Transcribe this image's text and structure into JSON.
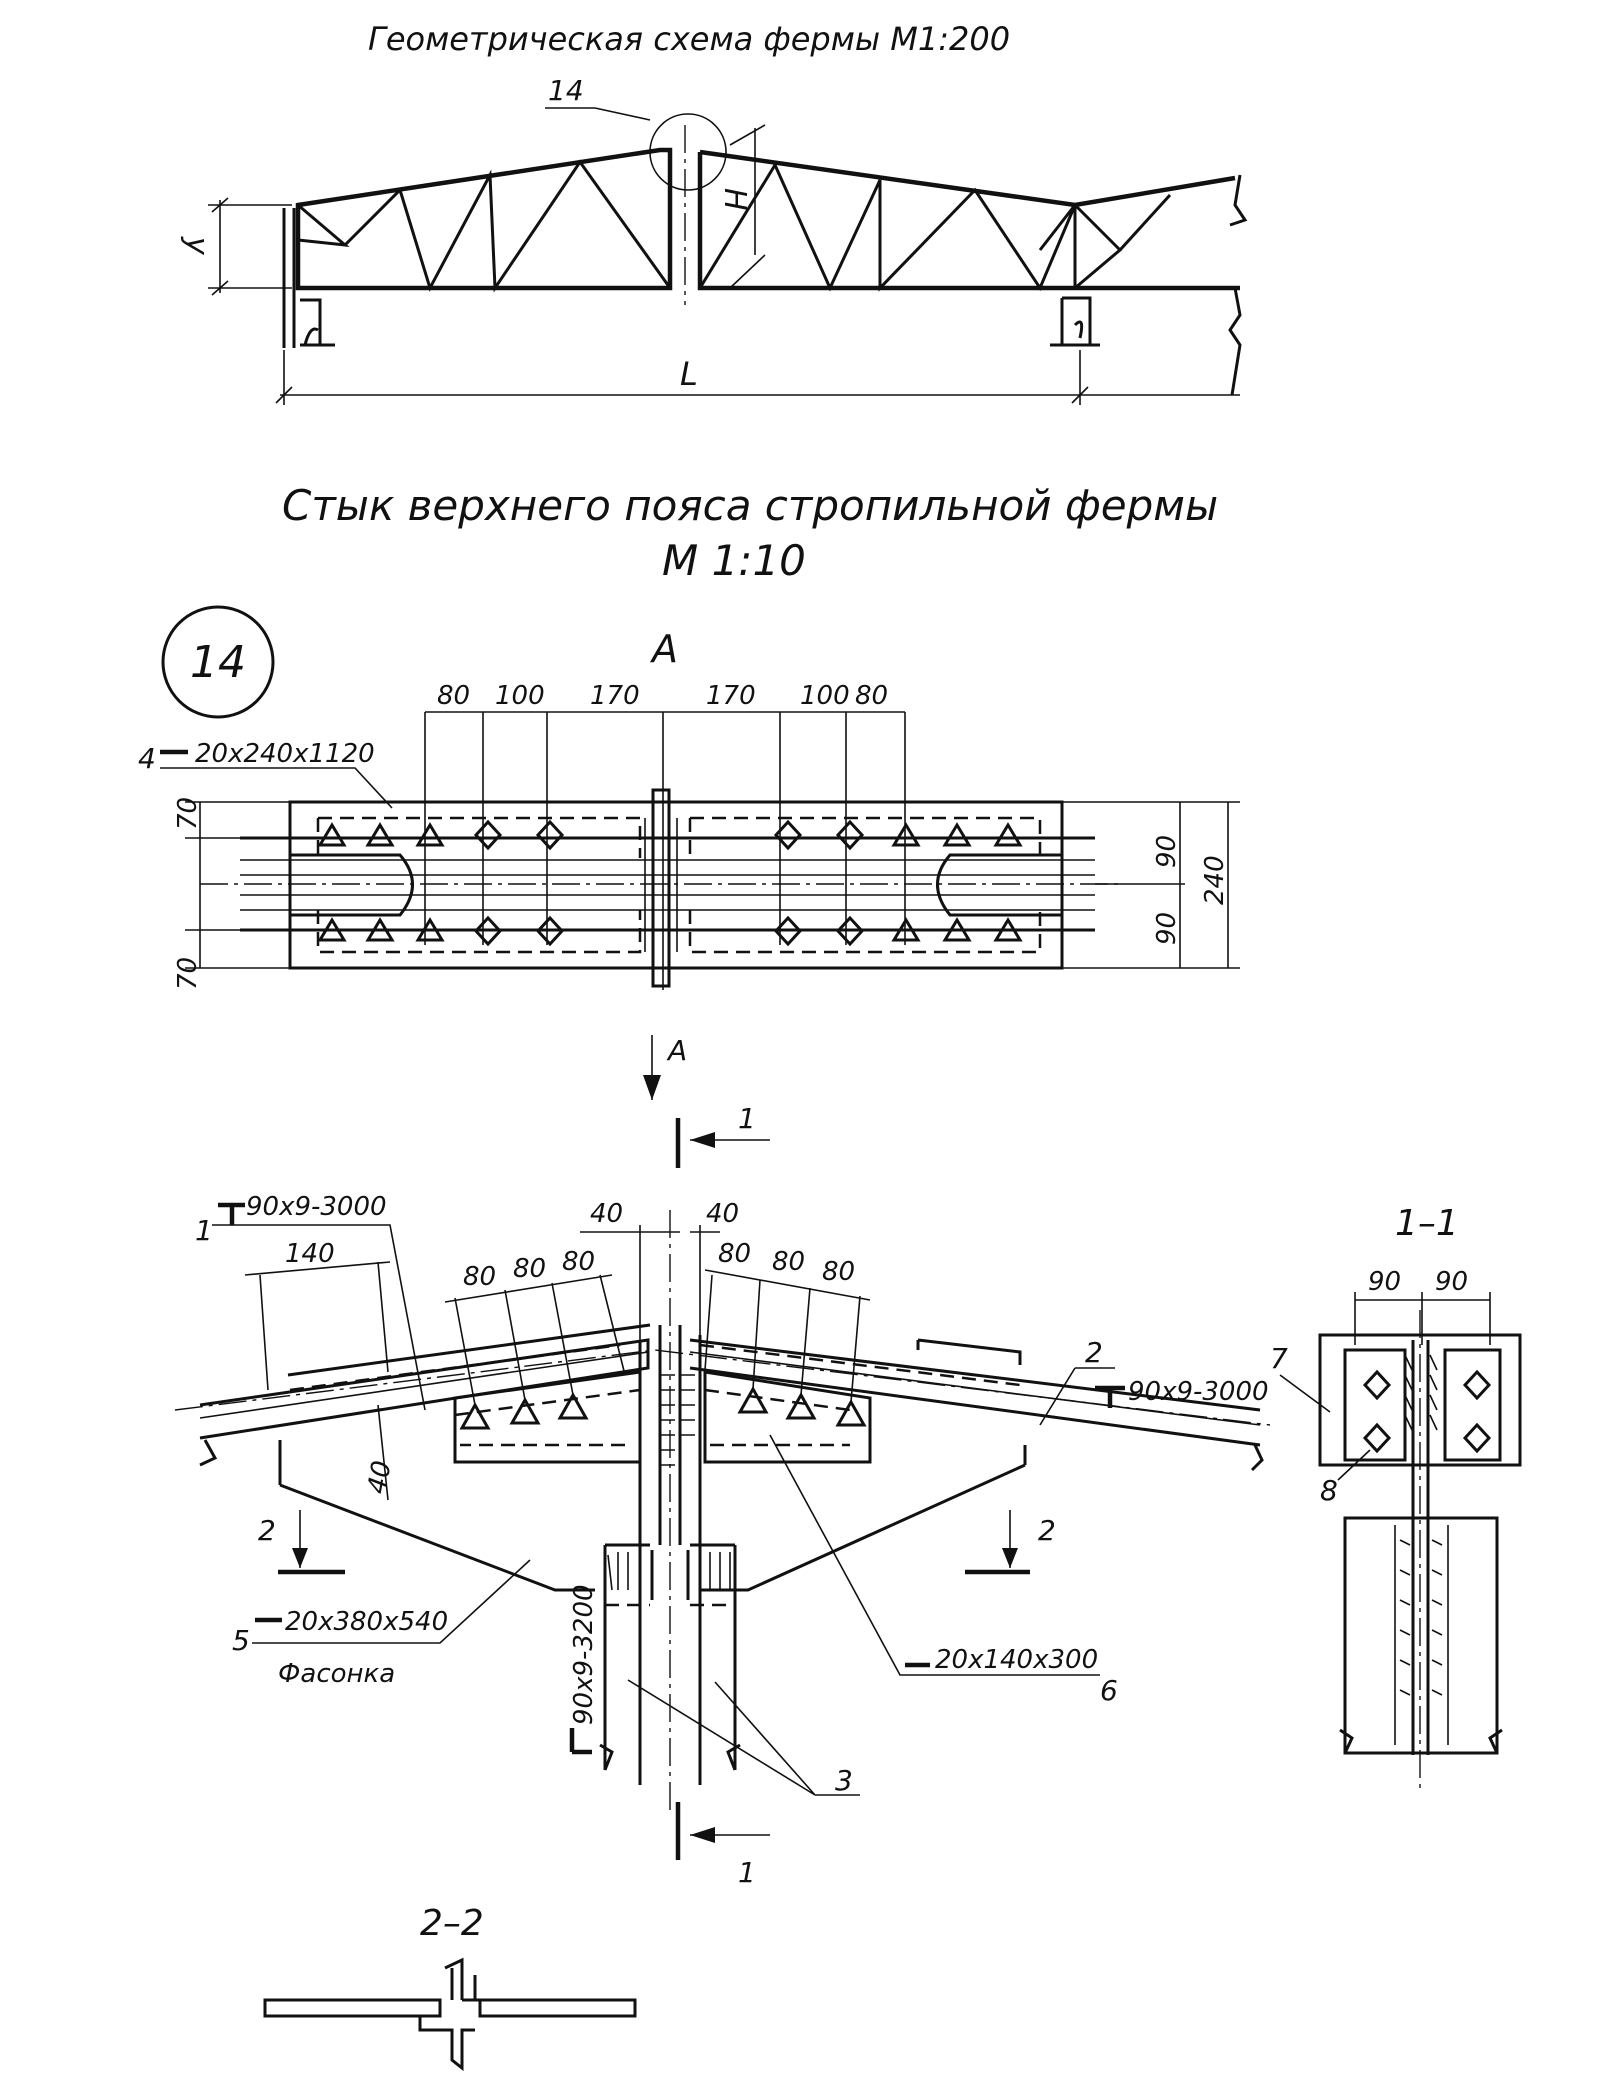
{
  "titles": {
    "geometry": "Геометрическая схема фермы М1:200",
    "joint_line1": "Стык верхнего пояса стропильной фермы",
    "joint_line2": "М 1:10"
  },
  "geometry_scheme": {
    "callout": "14",
    "height_label": "H",
    "support_height_label": "y",
    "span_label": "L"
  },
  "view_a": {
    "node_number": "14",
    "view_label": "А",
    "plate_mark": "4",
    "plate_spec": "20x240x1120",
    "top_dims": [
      "80",
      "100",
      "170",
      "170",
      "100",
      "80"
    ],
    "left_dims": [
      "70",
      "70"
    ],
    "right_dims": [
      "90",
      "90",
      "240"
    ]
  },
  "main_view": {
    "arrow_label": "А",
    "section_1_label": "1",
    "part1_mark": "1",
    "part1_spec": "90x9-3000",
    "part2_mark": "2",
    "part2_spec": "90x9-3000",
    "part3_mark": "3",
    "part3_spec": "90x9-3200",
    "part5_mark": "5",
    "part5_spec": "20x380x540",
    "part5_name": "Фасонка",
    "part6_mark": "6",
    "part6_spec": "20x140x300",
    "dim_40_left": "40",
    "dim_40_right": "40",
    "dim_140": "140",
    "left_dims": [
      "80",
      "80",
      "80"
    ],
    "right_dims": [
      "80",
      "80",
      "80"
    ],
    "dim_40_vertical": "40",
    "section_2_label": "2"
  },
  "section_1_1": {
    "title": "1–1",
    "dims": [
      "90",
      "90"
    ],
    "part7_mark": "7",
    "part8_mark": "8"
  },
  "section_2_2": {
    "title": "2–2"
  }
}
